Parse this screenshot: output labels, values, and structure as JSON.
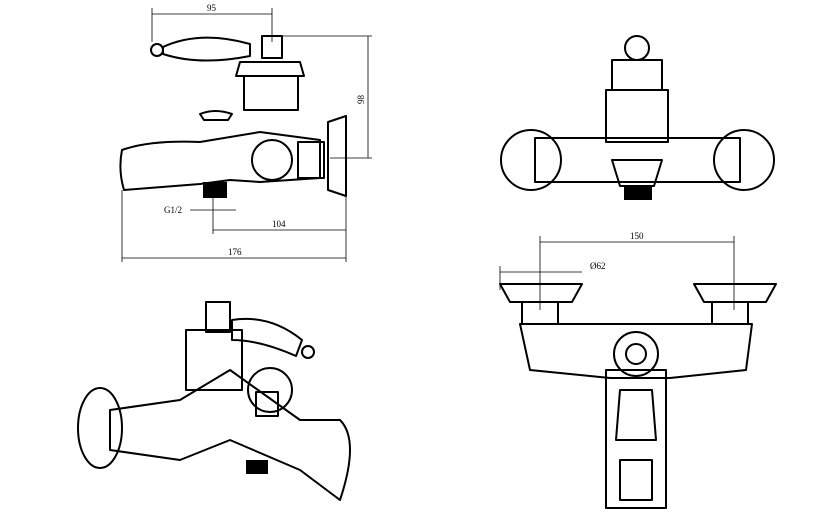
{
  "drawing": {
    "dimensions": {
      "side_height_top": "95",
      "side_height_right": "98",
      "thread": "G1/2",
      "spout_offset": "104",
      "total_length": "176",
      "center_distance": "150",
      "flange_diameter": "Ø62"
    },
    "views": [
      "side-view",
      "top-view",
      "perspective-view",
      "front-view"
    ]
  }
}
